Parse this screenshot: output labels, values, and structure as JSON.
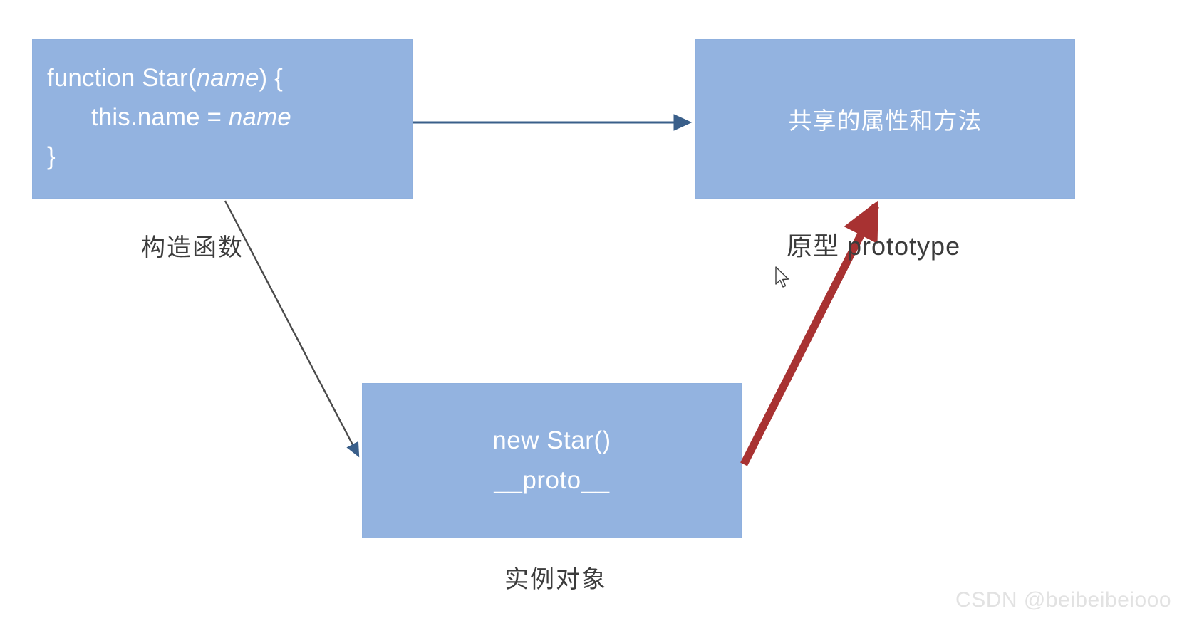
{
  "diagram": {
    "title_semantic": "javascript-prototype-chain-diagram",
    "colors": {
      "box_fill": "#93b3e0",
      "box_text": "#ffffff",
      "arrow_blue": "#3a5f8a",
      "arrow_red": "#a83232",
      "label_text": "#3c3c3c",
      "background": "#ffffff",
      "watermark": "#e2e2e2"
    },
    "boxes": [
      {
        "id": "constructor",
        "name": "constructor-function-box",
        "code_lines": [
          {
            "prefix": "function Star(",
            "italic": "name",
            "suffix": ") {"
          },
          {
            "prefix": "this.name = ",
            "italic": "name",
            "suffix": ""
          },
          {
            "prefix": "}",
            "italic": "",
            "suffix": ""
          }
        ]
      },
      {
        "id": "prototype",
        "name": "prototype-box",
        "text": "共享的属性和方法"
      },
      {
        "id": "instance",
        "name": "instance-object-box",
        "line1": "new Star()",
        "line2": "__proto__"
      }
    ],
    "labels": {
      "constructor": "构造函数",
      "prototype": "原型 prototype",
      "instance": "实例对象"
    },
    "arrows": [
      {
        "name": "constructor-to-prototype-arrow",
        "color": "#3a5f8a",
        "from": "constructor-box-right",
        "to": "prototype-box-left"
      },
      {
        "name": "constructor-to-instance-arrow",
        "color": "#4a4a4a",
        "from": "constructor-box-bottom",
        "to": "instance-box-left"
      },
      {
        "name": "instance-proto-to-prototype-arrow",
        "color": "#a83232",
        "from": "instance-box-right",
        "to": "prototype-box-bottom"
      }
    ]
  },
  "watermark": {
    "text": "CSDN @beibeibeiooo"
  }
}
